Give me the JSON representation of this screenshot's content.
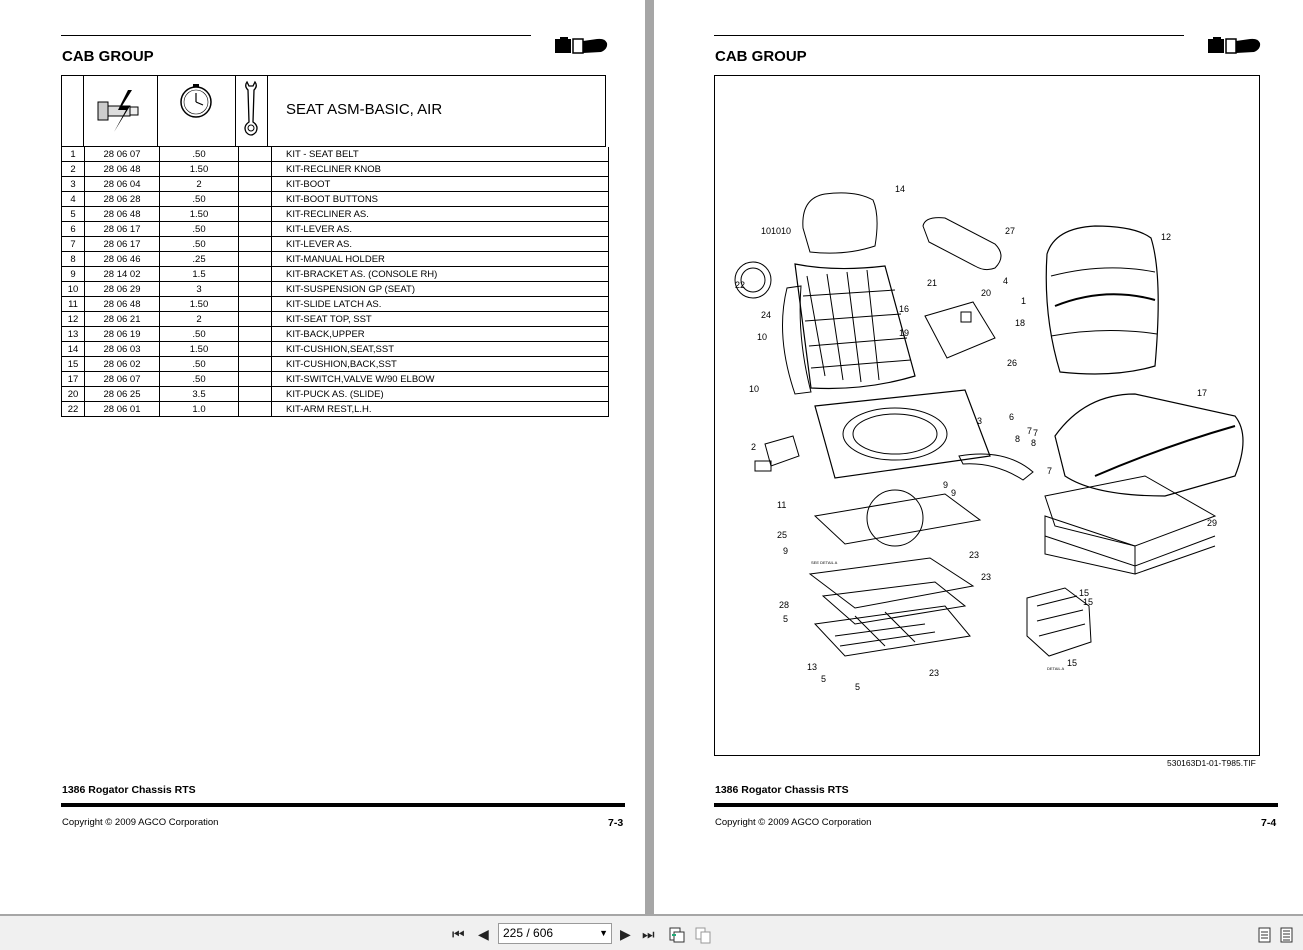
{
  "left_page": {
    "group_title": "CAB GROUP",
    "assembly_title": "SEAT ASM-BASIC, AIR",
    "parts": [
      {
        "item": "1",
        "code": "28 06 07",
        "time": ".50",
        "desc": "KIT - SEAT BELT"
      },
      {
        "item": "2",
        "code": "28 06 48",
        "time": "1.50",
        "desc": "KIT-RECLINER KNOB"
      },
      {
        "item": "3",
        "code": "28 06 04",
        "time": "2",
        "desc": "KIT-BOOT"
      },
      {
        "item": "4",
        "code": "28 06 28",
        "time": ".50",
        "desc": "KIT-BOOT BUTTONS"
      },
      {
        "item": "5",
        "code": "28 06 48",
        "time": "1.50",
        "desc": "KIT-RECLINER AS."
      },
      {
        "item": "6",
        "code": "28 06 17",
        "time": ".50",
        "desc": "KIT-LEVER AS."
      },
      {
        "item": "7",
        "code": "28 06 17",
        "time": ".50",
        "desc": "KIT-LEVER AS."
      },
      {
        "item": "8",
        "code": "28 06 46",
        "time": ".25",
        "desc": "KIT-MANUAL HOLDER"
      },
      {
        "item": "9",
        "code": "28 14 02",
        "time": "1.5",
        "desc": "KIT-BRACKET AS. (CONSOLE RH)"
      },
      {
        "item": "10",
        "code": "28 06 29",
        "time": "3",
        "desc": "KIT-SUSPENSION GP (SEAT)"
      },
      {
        "item": "11",
        "code": "28 06 48",
        "time": "1.50",
        "desc": "KIT-SLIDE LATCH AS."
      },
      {
        "item": "12",
        "code": "28 06 21",
        "time": "2",
        "desc": "KIT-SEAT TOP, SST"
      },
      {
        "item": "13",
        "code": "28 06 19",
        "time": ".50",
        "desc": "KIT-BACK,UPPER"
      },
      {
        "item": "14",
        "code": "28 06 03",
        "time": "1.50",
        "desc": "KIT-CUSHION,SEAT,SST"
      },
      {
        "item": "15",
        "code": "28 06 02",
        "time": ".50",
        "desc": "KIT-CUSHION,BACK,SST"
      },
      {
        "item": "17",
        "code": "28 06 07",
        "time": ".50",
        "desc": "KIT-SWITCH,VALVE W/90 ELBOW"
      },
      {
        "item": "20",
        "code": "28 06 25",
        "time": "3.5",
        "desc": "KIT-PUCK AS. (SLIDE)"
      },
      {
        "item": "22",
        "code": "28 06 01",
        "time": "1.0",
        "desc": "KIT-ARM REST,L.H."
      }
    ],
    "footer_title": "1386 Rogator Chassis RTS",
    "copyright": "Copyright © 2009 AGCO Corporation",
    "page_number": "7-3"
  },
  "right_page": {
    "group_title": "CAB GROUP",
    "figure_filename": "530163D1-01-T985.TIF",
    "callouts": [
      "14",
      "27",
      "12",
      "10",
      "10",
      "10",
      "22",
      "21",
      "4",
      "20",
      "1",
      "24",
      "16",
      "18",
      "10",
      "19",
      "26",
      "10",
      "17",
      "3",
      "6",
      "2",
      "8",
      "7",
      "8",
      "7",
      "7",
      "9",
      "9",
      "11",
      "25",
      "29",
      "9",
      "23",
      "23",
      "28",
      "15",
      "15",
      "5",
      "15",
      "13",
      "5",
      "23",
      "5"
    ],
    "detail_labels": [
      "SEE DETAIL A",
      "DETAIL A"
    ],
    "footer_title": "1386 Rogator Chassis RTS",
    "copyright": "Copyright © 2009 AGCO Corporation",
    "page_number": "7-4"
  },
  "toolbar": {
    "page_indicator": "225 / 606"
  }
}
